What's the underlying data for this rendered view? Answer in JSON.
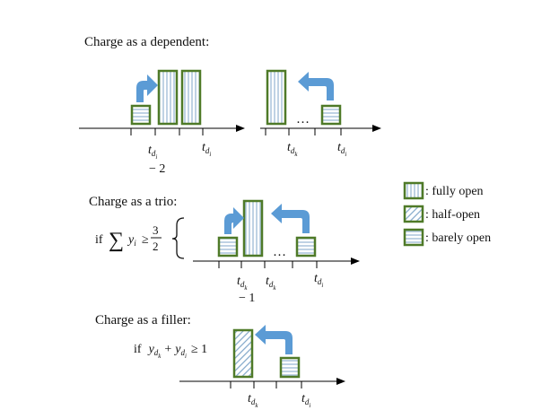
{
  "colors": {
    "box_border": "#4f7a28",
    "fill_lines": "#7fa6c9",
    "arrow": "#5b9bd5",
    "axis": "#000000"
  },
  "section1": {
    "title": "Charge as a dependent:",
    "left_labels": {
      "t1": "t",
      "t1_sub": "d",
      "t1_subsub": "i",
      "t1_minus": "− 2",
      "t2": "t",
      "t2_sub": "d",
      "t2_subsub": "i"
    },
    "right_labels": {
      "ellipsis": "…",
      "t1": "t",
      "t1_sub": "d",
      "t1_subsub": "k",
      "t2": "t",
      "t2_sub": "d",
      "t2_subsub": "i"
    }
  },
  "section2": {
    "title": "Charge as a trio:",
    "condition_if": "if",
    "condition_sum": "∑",
    "condition_y": "y",
    "condition_y_sub": "i",
    "condition_geq": "≥",
    "condition_num": "3",
    "condition_den": "2",
    "ellipsis": "…",
    "labels": {
      "t1": "t",
      "t1_sub": "d",
      "t1_subsub": "k",
      "t1_minus": "− 1",
      "t2": "t",
      "t2_sub": "d",
      "t2_subsub": "k",
      "t3": "t",
      "t3_sub": "d",
      "t3_subsub": "i"
    }
  },
  "section3": {
    "title": "Charge as a filler:",
    "condition_if": "if",
    "y1": "y",
    "y1_sub": "d",
    "y1_subsub": "k",
    "plus": "+",
    "y2": "y",
    "y2_sub": "d",
    "y2_subsub": "i",
    "geq": "≥ 1",
    "labels": {
      "t1": "t",
      "t1_sub": "d",
      "t1_subsub": "k",
      "t2": "t",
      "t2_sub": "d",
      "t2_subsub": "i"
    }
  },
  "legend": {
    "items": [
      {
        "pattern": "vertical",
        "label": ": fully open"
      },
      {
        "pattern": "diagonal",
        "label": ": half-open"
      },
      {
        "pattern": "horizontal",
        "label": ": barely open"
      }
    ]
  }
}
